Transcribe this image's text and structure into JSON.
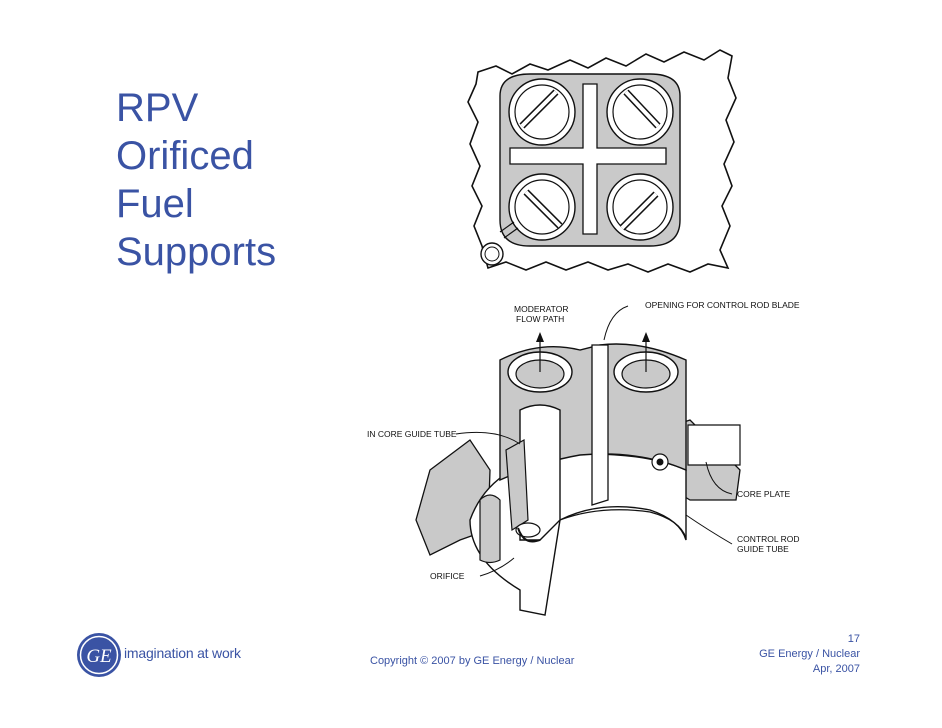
{
  "title_lines": [
    "RPV",
    "Orificed",
    "Fuel",
    "Supports"
  ],
  "figure": {
    "labels": {
      "moderator_line1": "MODERATOR",
      "moderator_line2": "FLOW PATH",
      "opening": "OPENING FOR CONTROL ROD BLADE",
      "in_core": "IN CORE GUIDE TUBE",
      "core_plate": "CORE PLATE",
      "control_rod_line1": "CONTROL ROD",
      "control_rod_line2": "GUIDE TUBE",
      "orifice": "ORIFICE"
    }
  },
  "footer": {
    "copyright": "Copyright ©  2007 by GE Energy / Nuclear",
    "page_number": "17",
    "org": "GE Energy /  Nuclear",
    "date": "Apr, 2007",
    "tagline": "imagination at work",
    "logo_text": "GE"
  },
  "colors": {
    "title": "#3a53a4",
    "footer": "#3a53a4",
    "drawing_gray": "#c9c9c9",
    "ink": "#111111"
  },
  "icons": {
    "logo": "ge-monogram-icon"
  }
}
